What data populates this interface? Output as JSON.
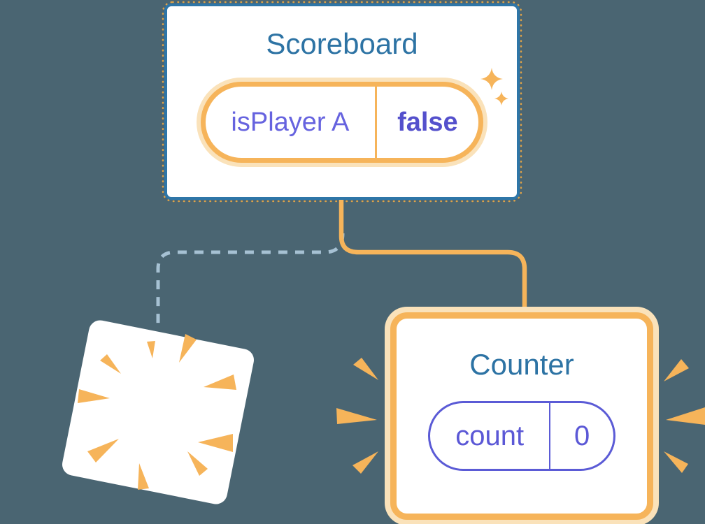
{
  "background_color": "#4a6572",
  "colors": {
    "card_border_blue": "#2e76a8",
    "title_blue": "#2d73a4",
    "highlight_orange": "#f6b45a",
    "highlight_glow": "#fae2ba",
    "state_name_purple": "#6663df",
    "state_value_purple": "#5450cc",
    "counter_pill_purple": "#5b5bd6",
    "dashed_connector_blue": "#a6c1d3",
    "card_background": "#ffffff"
  },
  "scoreboard": {
    "title": "Scoreboard",
    "state_pill": {
      "name": "isPlayer A",
      "value": "false"
    },
    "sparkles_icon": "sparkles-icon"
  },
  "counter": {
    "title": "Counter",
    "state_pill": {
      "name": "count",
      "value": "0"
    },
    "emphasis_icon": "emphasis-rays-icon"
  },
  "removed_component": {
    "poof_icon": "poof-explosion-icon"
  },
  "connectors": {
    "solid": "scoreboard-to-counter",
    "dashed": "scoreboard-to-removed-component"
  }
}
